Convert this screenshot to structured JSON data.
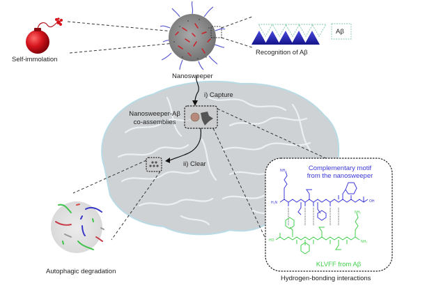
{
  "labels": {
    "self_immolation": "Self-immolation",
    "nanosweeper": "Nanosweeper",
    "recognition": "Recognition of Aβ",
    "abeta_box": "Aβ",
    "capture": "i)  Capture",
    "coassembly_line1": "Nanosweeper-Aβ",
    "coassembly_line2": "co-assemblies",
    "clear": "ii)  Clear",
    "autophagic": "Autophagic degradation",
    "complementary_line1": "Complementary motif",
    "complementary_line2": "from the nanosweeper",
    "klvff": "KLVFF from Aβ",
    "hbond": "Hydrogen-bonding interactions"
  },
  "chem_labels": {
    "top_nh2": "NH₂",
    "top_h2n": "H₂N",
    "top_oh": "OH",
    "bottom_nh2": "NH₂",
    "bottom_ho": "HO",
    "bottom_nh2_2": "NH₂",
    "h": "H",
    "n": "N",
    "o": "O"
  },
  "colors": {
    "blue_motif": "#3a36d8",
    "green_klvff": "#3fcf4a",
    "bomb_red": "#d4141c",
    "brain_gray": "#c9ccce",
    "triangle_blue": "#1f1fb4",
    "dashed_green": "#7fc8a8"
  }
}
